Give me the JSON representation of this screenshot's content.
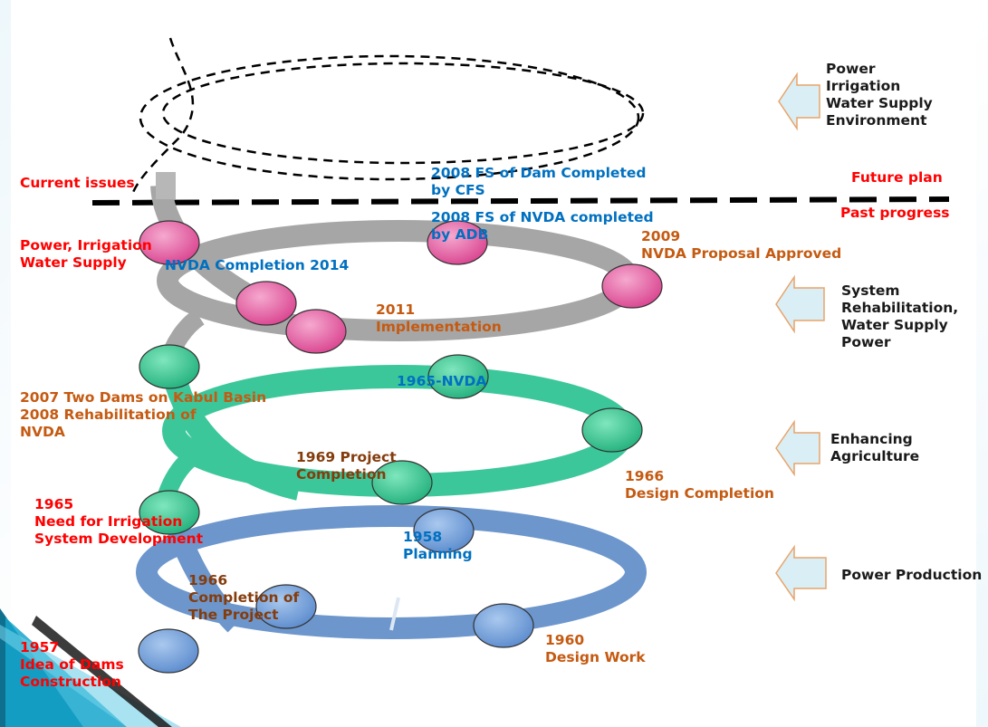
{
  "colors": {
    "red": "#ff0000",
    "orange": "#c55a11",
    "blue": "#0070c0",
    "pink_node": "#e0539a",
    "green_node": "#2fbf8a",
    "blue_node": "#6f9fd8",
    "gray_ring": "#a6a6a6",
    "green_ring": "#3cc79a",
    "blue_ring": "#6c96cc",
    "arrow_fill": "#d9eff5"
  },
  "side_notes": {
    "future": [
      "Power",
      "Irrigation",
      "Water Supply",
      "Environment"
    ],
    "rehab": [
      "System",
      "Rehabilitation,",
      "Water Supply",
      "Power"
    ],
    "agri": [
      "Enhancing",
      "Agriculture"
    ],
    "power": [
      "Power Production"
    ]
  },
  "labels": {
    "current_issues": "Current issues",
    "future_plan": "Future plan",
    "past_progress": "Past progress",
    "fs_dam": [
      "2008 FS of Dam Completed",
      "by CFS"
    ],
    "fs_nvda": [
      "2008 FS of NVDA completed",
      "by ADB"
    ],
    "power_irrigation": [
      "Power, Irrigation",
      "Water Supply"
    ],
    "nvda_completion": "NVDA Completion 2014",
    "proposal": [
      "2009",
      "NVDA Proposal Approved"
    ],
    "implementation": [
      "2011",
      "Implementation"
    ],
    "nvda_1965": "1965-NVDA",
    "two_dams": [
      "2007 Two Dams on Kabul Basin",
      "2008 Rehabilitation of",
      "NVDA"
    ],
    "project_completion_1969": [
      "1969 Project",
      "Completion"
    ],
    "design_completion": [
      "1966",
      "Design Completion"
    ],
    "need_irrigation": [
      "1965",
      "Need for Irrigation",
      "System Development"
    ],
    "planning": [
      "1958",
      "Planning"
    ],
    "completion_project": [
      "1966",
      "Completion of",
      "The Project"
    ],
    "design_work": [
      "1960",
      "Design Work"
    ],
    "idea_dams": [
      "1957",
      "Idea of Dams",
      "Construction"
    ]
  }
}
